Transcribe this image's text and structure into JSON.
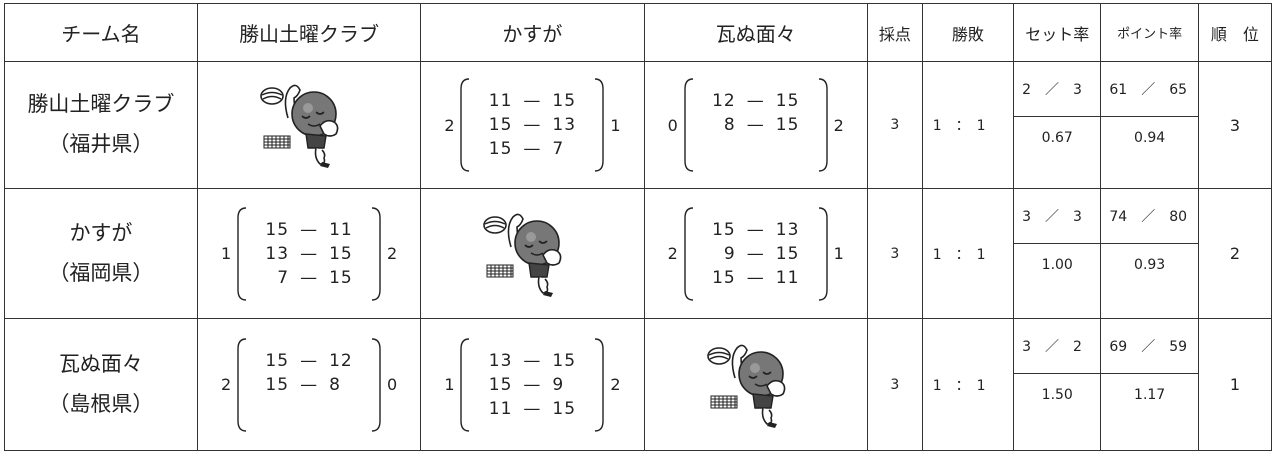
{
  "headers": {
    "team": "チーム名",
    "col1": "勝山土曜クラブ",
    "col2": "かすが",
    "col3": "瓦ぬ面々",
    "score": "採点",
    "winloss": "勝敗",
    "set_rate": "セット率",
    "point_rate": "ポイント率",
    "rank": "順　位"
  },
  "rows": [
    {
      "team": "勝山土曜クラブ",
      "pref": "（福井県）",
      "matches": [
        null,
        {
          "left": "2",
          "right": "1",
          "sets": [
            [
              "11",
              "15"
            ],
            [
              "15",
              "13"
            ],
            [
              "15",
              "7"
            ]
          ]
        },
        {
          "left": "0",
          "right": "2",
          "sets": [
            [
              "12",
              "15"
            ],
            [
              "8",
              "15"
            ],
            [
              "",
              ""
            ]
          ]
        }
      ],
      "score": "3",
      "winloss": "1　：　1",
      "set_ratio": "2　／　3",
      "set_rate": "0.67",
      "point_ratio": "61　／　65",
      "point_rate": "0.94",
      "rank": "3"
    },
    {
      "team": "かすが",
      "pref": "（福岡県）",
      "matches": [
        {
          "left": "1",
          "right": "2",
          "sets": [
            [
              "15",
              "11"
            ],
            [
              "13",
              "15"
            ],
            [
              "7",
              "15"
            ]
          ]
        },
        null,
        {
          "left": "2",
          "right": "1",
          "sets": [
            [
              "15",
              "13"
            ],
            [
              "9",
              "15"
            ],
            [
              "15",
              "11"
            ]
          ]
        }
      ],
      "score": "3",
      "winloss": "1　：　1",
      "set_ratio": "3　／　3",
      "set_rate": "1.00",
      "point_ratio": "74　／　80",
      "point_rate": "0.93",
      "rank": "2"
    },
    {
      "team": "瓦ぬ面々",
      "pref": "（島根県）",
      "matches": [
        {
          "left": "2",
          "right": "0",
          "sets": [
            [
              "15",
              "12"
            ],
            [
              "15",
              "8"
            ],
            [
              "",
              ""
            ]
          ]
        },
        {
          "left": "1",
          "right": "2",
          "sets": [
            [
              "13",
              "15"
            ],
            [
              "15",
              "9"
            ],
            [
              "11",
              "15"
            ]
          ]
        },
        null
      ],
      "score": "3",
      "winloss": "1　：　1",
      "set_ratio": "3　／　2",
      "set_rate": "1.50",
      "point_ratio": "69　／　59",
      "point_rate": "1.17",
      "rank": "1"
    }
  ],
  "icons": {
    "mascot": "volleyball-mascot-icon"
  }
}
